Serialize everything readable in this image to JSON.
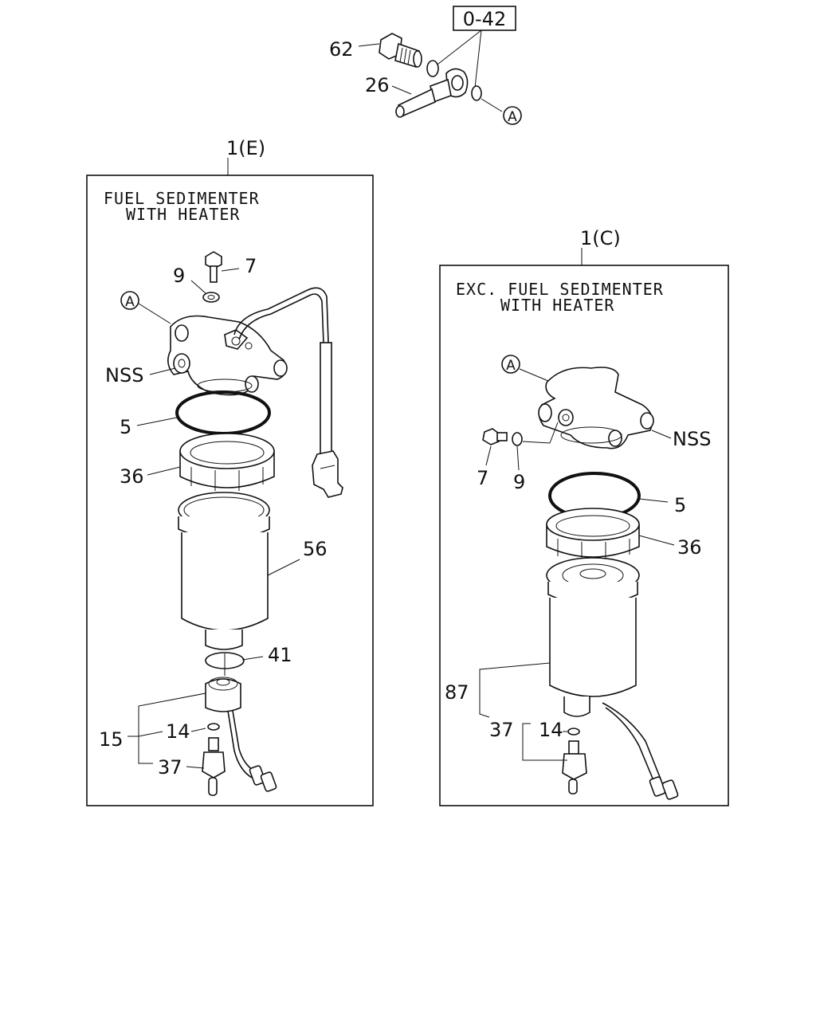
{
  "ref_box": "0-42",
  "callout_A": "A",
  "top_parts": {
    "p62": "62",
    "p26": "26"
  },
  "left": {
    "assembly_label": "1(E)",
    "title_line1": "FUEL SEDIMENTER",
    "title_line2": "WITH HEATER",
    "labels": {
      "p7": "7",
      "p9": "9",
      "nss": "NSS",
      "p5": "5",
      "p36": "36",
      "p56": "56",
      "p41": "41",
      "p15": "15",
      "p14": "14",
      "p37": "37"
    }
  },
  "right": {
    "assembly_label": "1(C)",
    "title_line1": "EXC. FUEL SEDIMENTER",
    "title_line2": "WITH HEATER",
    "labels": {
      "nss": "NSS",
      "p7": "7",
      "p9": "9",
      "p5": "5",
      "p36": "36",
      "p87": "87",
      "p37": "37",
      "p14": "14"
    }
  }
}
